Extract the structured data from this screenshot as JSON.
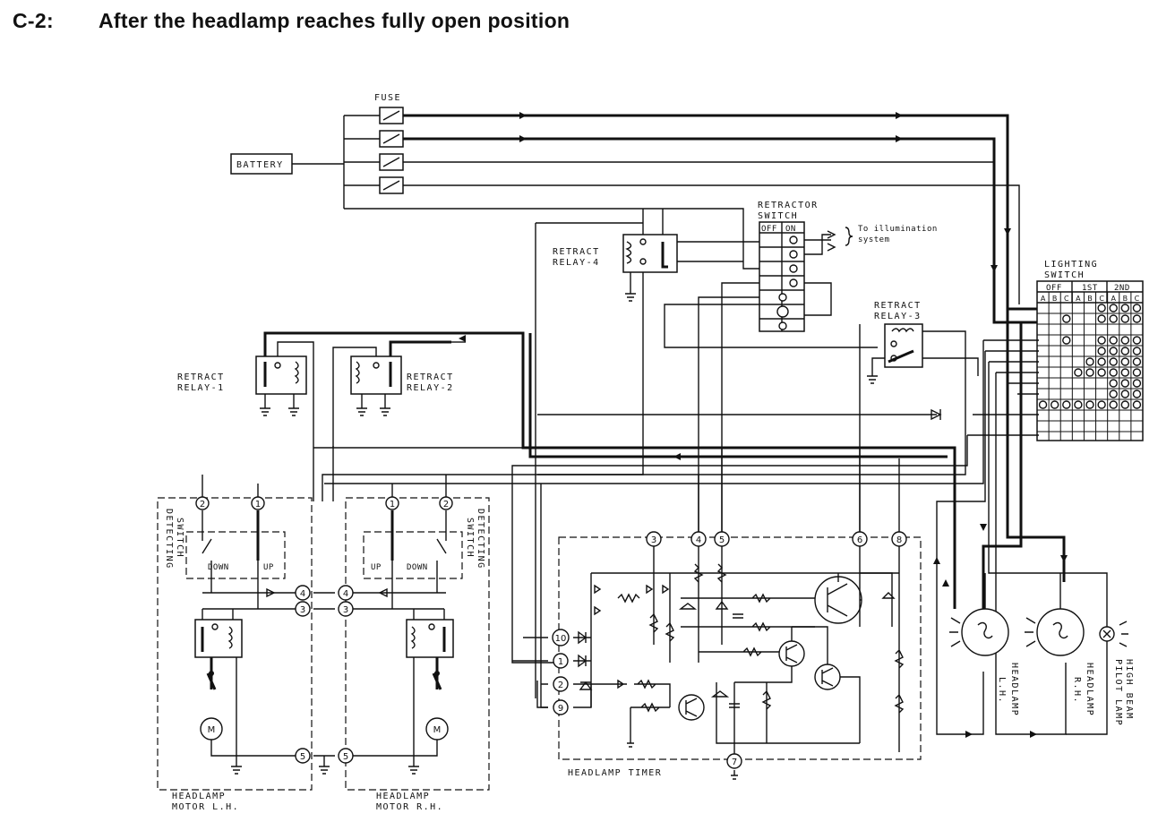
{
  "header": {
    "code": "C-2:",
    "title": "After the headlamp reaches fully open position"
  },
  "labels": {
    "fuse": "FUSE",
    "battery": "BATTERY",
    "retractor_switch_1": "RETRACTOR",
    "retractor_switch_2": "SWITCH",
    "retractor_off": "OFF",
    "retractor_on": "ON",
    "illum_1": "To illumination",
    "illum_2": "system",
    "retract_relay_4_1": "RETRACT",
    "retract_relay_4_2": "RELAY-4",
    "lighting_switch_1": "LIGHTING",
    "lighting_switch_2": "SWITCH",
    "ls_off": "OFF",
    "ls_1st": "1ST",
    "ls_2nd": "2ND",
    "retract_relay_3_1": "RETRACT",
    "retract_relay_3_2": "RELAY-3",
    "retract_relay_1_1": "RETRACT",
    "retract_relay_1_2": "RELAY-1",
    "retract_relay_2_1": "RETRACT",
    "retract_relay_2_2": "RELAY-2",
    "detecting_switch_1": "DETECTING",
    "detecting_switch_2": "SWITCH",
    "down": "DOWN",
    "up": "UP",
    "headlamp_timer": "HEADLAMP TIMER",
    "motor_lh_1": "HEADLAMP",
    "motor_lh_2": "MOTOR L.H.",
    "motor_rh_1": "HEADLAMP",
    "motor_rh_2": "MOTOR R.H.",
    "headlamp_lh_1": "HEADLAMP",
    "headlamp_lh_2": "L.H.",
    "headlamp_rh_1": "HEADLAMP",
    "headlamp_rh_2": "R.H.",
    "pilot_1": "HIGH BEAM",
    "pilot_2": "PILOT LAMP"
  },
  "ls_columns": [
    "A",
    "B",
    "C",
    "A",
    "B",
    "C",
    "A",
    "B",
    "C"
  ],
  "terminals": {
    "t1": "1",
    "t2": "2",
    "t3": "3",
    "t4": "4",
    "t5": "5",
    "t6": "6",
    "t7": "7",
    "t8": "8",
    "t9": "9",
    "t10": "10"
  }
}
